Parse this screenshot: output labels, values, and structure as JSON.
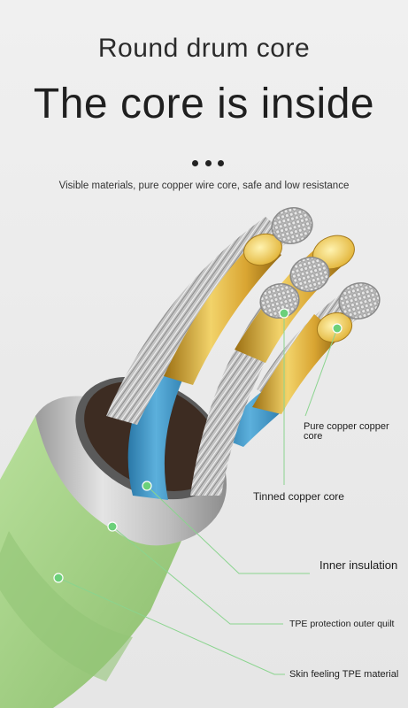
{
  "header": {
    "title_small": "Round drum core",
    "title_big": "The core is inside",
    "subtitle": "Visible materials, pure copper wire core, safe and low resistance"
  },
  "callouts": {
    "pure_copper": "Pure copper copper core",
    "tinned_copper": "Tinned copper core",
    "inner_insulation": "Inner insulation",
    "tpe_outer_quilt": "TPE protection outer quilt",
    "skin_tpe": "Skin feeling TPE material"
  },
  "colors": {
    "background": "#ececec",
    "jacket_green": "#a8d48a",
    "inner_blue": "#3a8fbf",
    "copper_gold": "#e0b43c",
    "tinned_silver": "#c9c9c9",
    "callout_green": "#6bd07a"
  }
}
